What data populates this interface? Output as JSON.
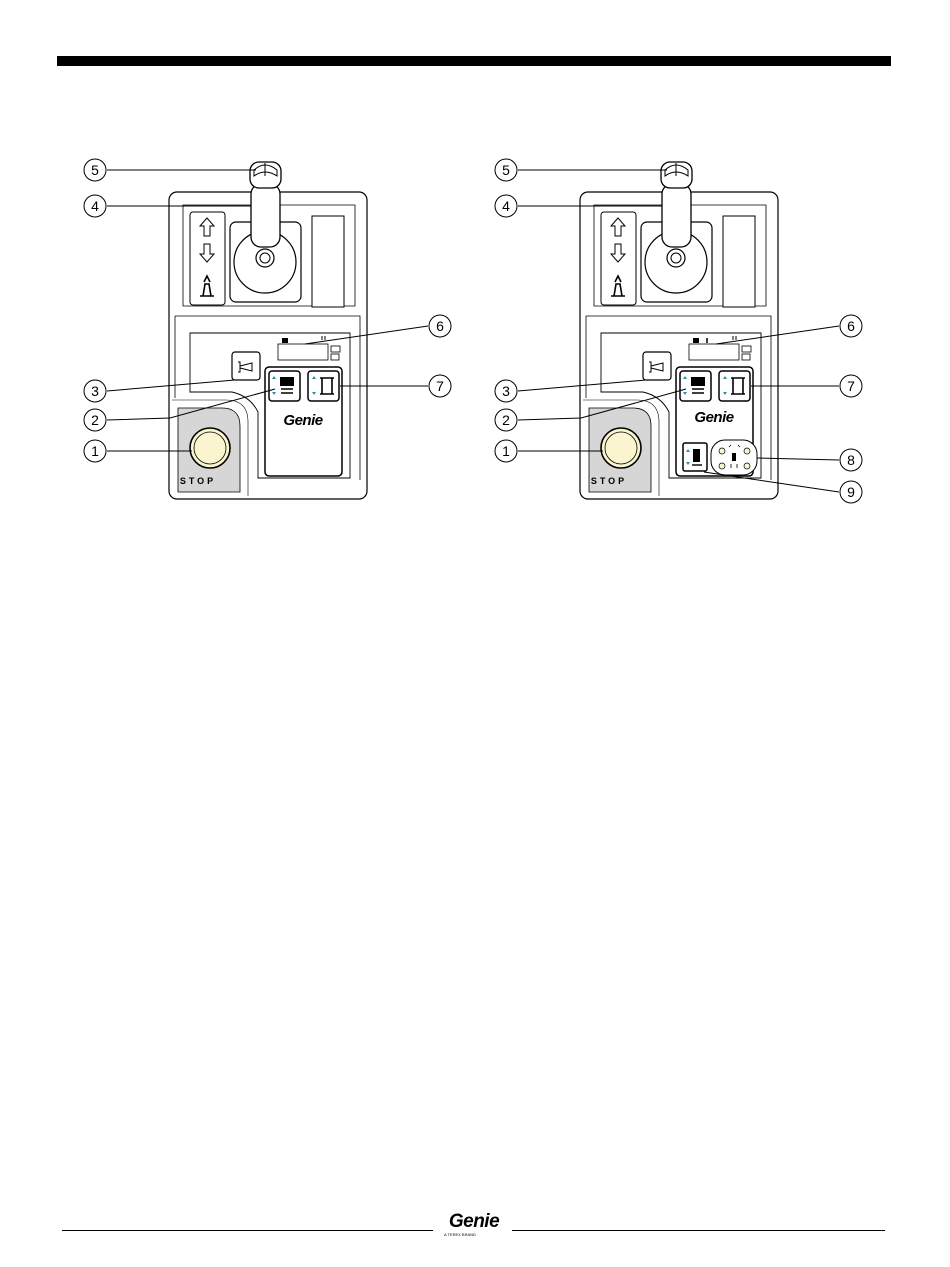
{
  "stop_label": "STOP",
  "panel_logo": "Genie",
  "footer": {
    "brand": "Genie",
    "tagline": "A TEREX BRAND"
  },
  "callouts_left": [
    "5",
    "4",
    "6",
    "3",
    "7",
    "2",
    "1"
  ],
  "callouts_right": [
    "5",
    "4",
    "6",
    "3",
    "7",
    "2",
    "1",
    "8",
    "9"
  ],
  "colors": {
    "stop_button_fill": "#fbf5cf",
    "stop_panel_fill": "#d6d6d6",
    "arrow_accent": "#2b8fa0",
    "line": "#000000"
  },
  "icons": [
    "up-arrow-icon",
    "down-arrow-icon",
    "joystick-enable-icon",
    "horn-icon",
    "drive-enable-icon",
    "lift-enable-icon",
    "level-indicator-icon"
  ]
}
